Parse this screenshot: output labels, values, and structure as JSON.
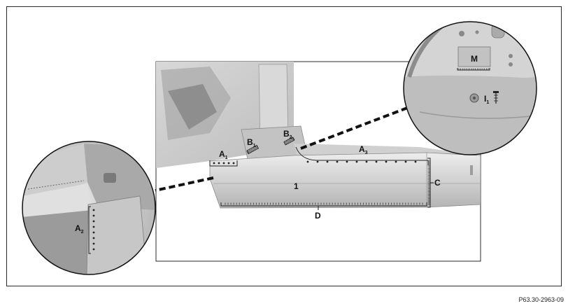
{
  "figure": {
    "reference_code": "P63.30-2963-09",
    "labels": {
      "A1": {
        "main": "A",
        "sub": "1"
      },
      "A2": {
        "main": "A",
        "sub": "2"
      },
      "A3": {
        "main": "A",
        "sub": "3"
      },
      "B1": {
        "main": "B",
        "sub": "1"
      },
      "B2": {
        "main": "B",
        "sub": "2"
      },
      "C": {
        "main": "C"
      },
      "D": {
        "main": "D"
      },
      "one": {
        "main": "1"
      },
      "M": {
        "main": "M"
      },
      "I1": {
        "main": "I",
        "sub": "1"
      }
    },
    "colors": {
      "frame": "#2a2a2a",
      "metal_light": "#e6e6e6",
      "metal_mid": "#c9c9c9",
      "metal_dark": "#8f8f8f",
      "weld": "#222222"
    },
    "icons": [
      "spot-weld-dot",
      "weld-seam-hatch",
      "screw-icon",
      "detail-leader-dashes"
    ]
  }
}
